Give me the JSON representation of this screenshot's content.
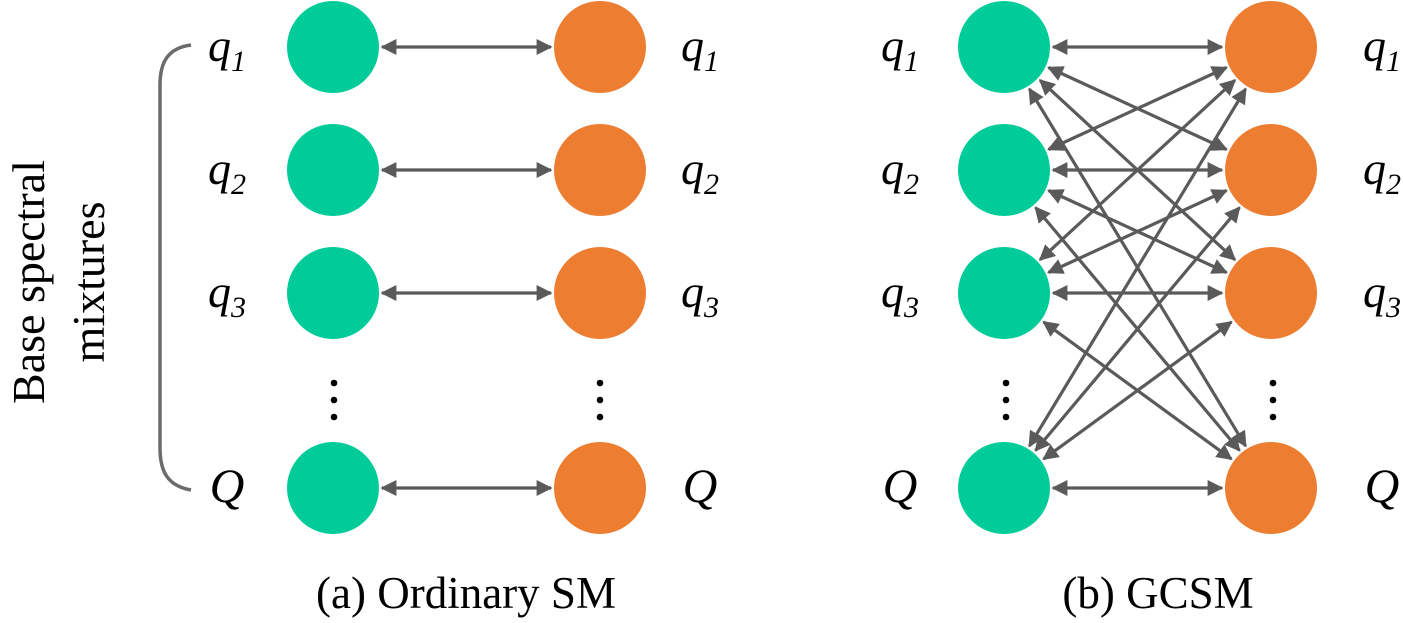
{
  "side_label": {
    "line1": "Base spectral",
    "line2": "mixtures"
  },
  "panels": [
    {
      "id": "ordinary",
      "caption": "(a) Ordinary SM",
      "connection": "one-to-one",
      "left_labels": [
        {
          "base": "q",
          "sub": "1"
        },
        {
          "base": "q",
          "sub": "2"
        },
        {
          "base": "q",
          "sub": "3"
        },
        {
          "base": "Q",
          "sub": ""
        }
      ],
      "right_labels": [
        {
          "base": "q",
          "sub": "1"
        },
        {
          "base": "q",
          "sub": "2"
        },
        {
          "base": "q",
          "sub": "3"
        },
        {
          "base": "Q",
          "sub": ""
        }
      ]
    },
    {
      "id": "gcsm",
      "caption": "(b) GCSM",
      "connection": "all-to-all",
      "left_labels": [
        {
          "base": "q",
          "sub": "1"
        },
        {
          "base": "q",
          "sub": "2"
        },
        {
          "base": "q",
          "sub": "3"
        },
        {
          "base": "Q",
          "sub": ""
        }
      ],
      "right_labels": [
        {
          "base": "q",
          "sub": "1"
        },
        {
          "base": "q",
          "sub": "2"
        },
        {
          "base": "q",
          "sub": "3"
        },
        {
          "base": "Q",
          "sub": ""
        }
      ]
    }
  ],
  "colors": {
    "left_node": "#00cc99",
    "right_node": "#ed7d31",
    "edge": "#5a5a5a",
    "bracket": "#6b6b6b"
  }
}
